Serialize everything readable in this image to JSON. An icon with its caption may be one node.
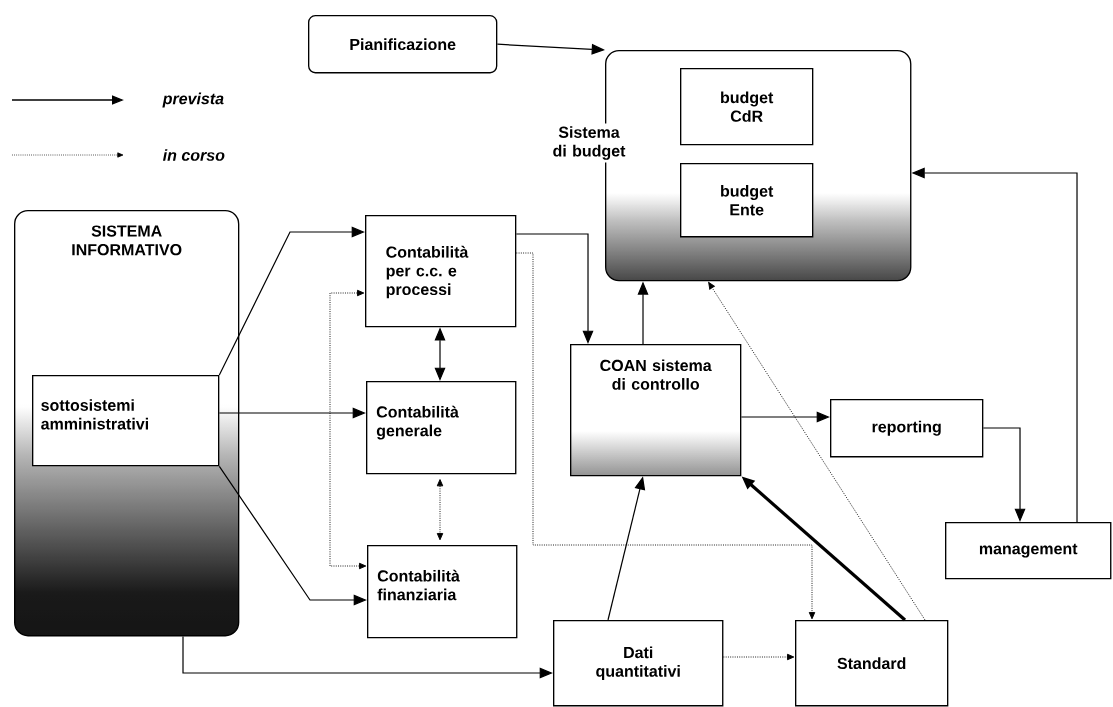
{
  "diagram": {
    "nodes": [
      {
        "text": [
          "Pianificazione"
        ]
      },
      {
        "text": [
          "Sistema di budget"
        ]
      },
      {
        "text": [
          "budget CdR"
        ],
        "in": 1
      },
      {
        "text": [
          "budget Ente"
        ],
        "in": 1
      },
      {
        "text": [
          "SISTEMA INFORMATIVO"
        ]
      },
      {
        "text": [
          "sottosistemi amministrativi"
        ],
        "in": 4
      },
      {
        "text": [
          "Contabilità per c.c. e processi"
        ]
      },
      {
        "text": [
          "Contabilità generale"
        ]
      },
      {
        "text": [
          "Contabilità finanziaria"
        ]
      },
      {
        "text": [
          "COAN sistema di controllo"
        ]
      },
      {
        "text": [
          "reporting"
        ]
      },
      {
        "text": [
          "management"
        ]
      },
      {
        "text": [
          "Dati quantitativi"
        ]
      },
      {
        "text": [
          "Standard"
        ]
      }
    ],
    "edges": [
      {
        "from": 0,
        "to": 1,
        "arrow": "to"
      },
      {
        "from": 5,
        "to": 6,
        "arrow": "to"
      },
      {
        "from": 5,
        "to": 7,
        "arrow": "to"
      },
      {
        "from": 5,
        "to": 8,
        "arrow": "to"
      },
      {
        "from": 4,
        "to": 12,
        "arrow": "to"
      },
      {
        "from": 6,
        "to": 9,
        "arrow": "to"
      },
      {
        "from": 9,
        "to": 1,
        "arrow": "to"
      },
      {
        "from": 6,
        "to": 7,
        "arrow": "both"
      },
      {
        "from": 7,
        "to": 8,
        "arrow": "both",
        "style": "dashed"
      },
      {
        "from": 6,
        "to": 8,
        "arrow": "both",
        "style": "dashed"
      },
      {
        "from": 6,
        "to": 13,
        "arrow": "to",
        "style": "dashed"
      },
      {
        "from": 12,
        "to": 13,
        "arrow": "to",
        "style": "dashed"
      },
      {
        "from": 13,
        "to": 1,
        "arrow": "to",
        "style": "dashed"
      },
      {
        "from": 12,
        "to": 9,
        "arrow": "to"
      },
      {
        "from": 13,
        "to": 9,
        "arrow": "to",
        "style": "thick"
      },
      {
        "from": 9,
        "to": 10,
        "arrow": "to"
      },
      {
        "from": 10,
        "to": 11,
        "arrow": "to"
      },
      {
        "from": 11,
        "to": 1,
        "arrow": "to"
      }
    ],
    "legend": [
      {
        "text": "prevista"
      },
      {
        "text": "in corso"
      }
    ]
  }
}
